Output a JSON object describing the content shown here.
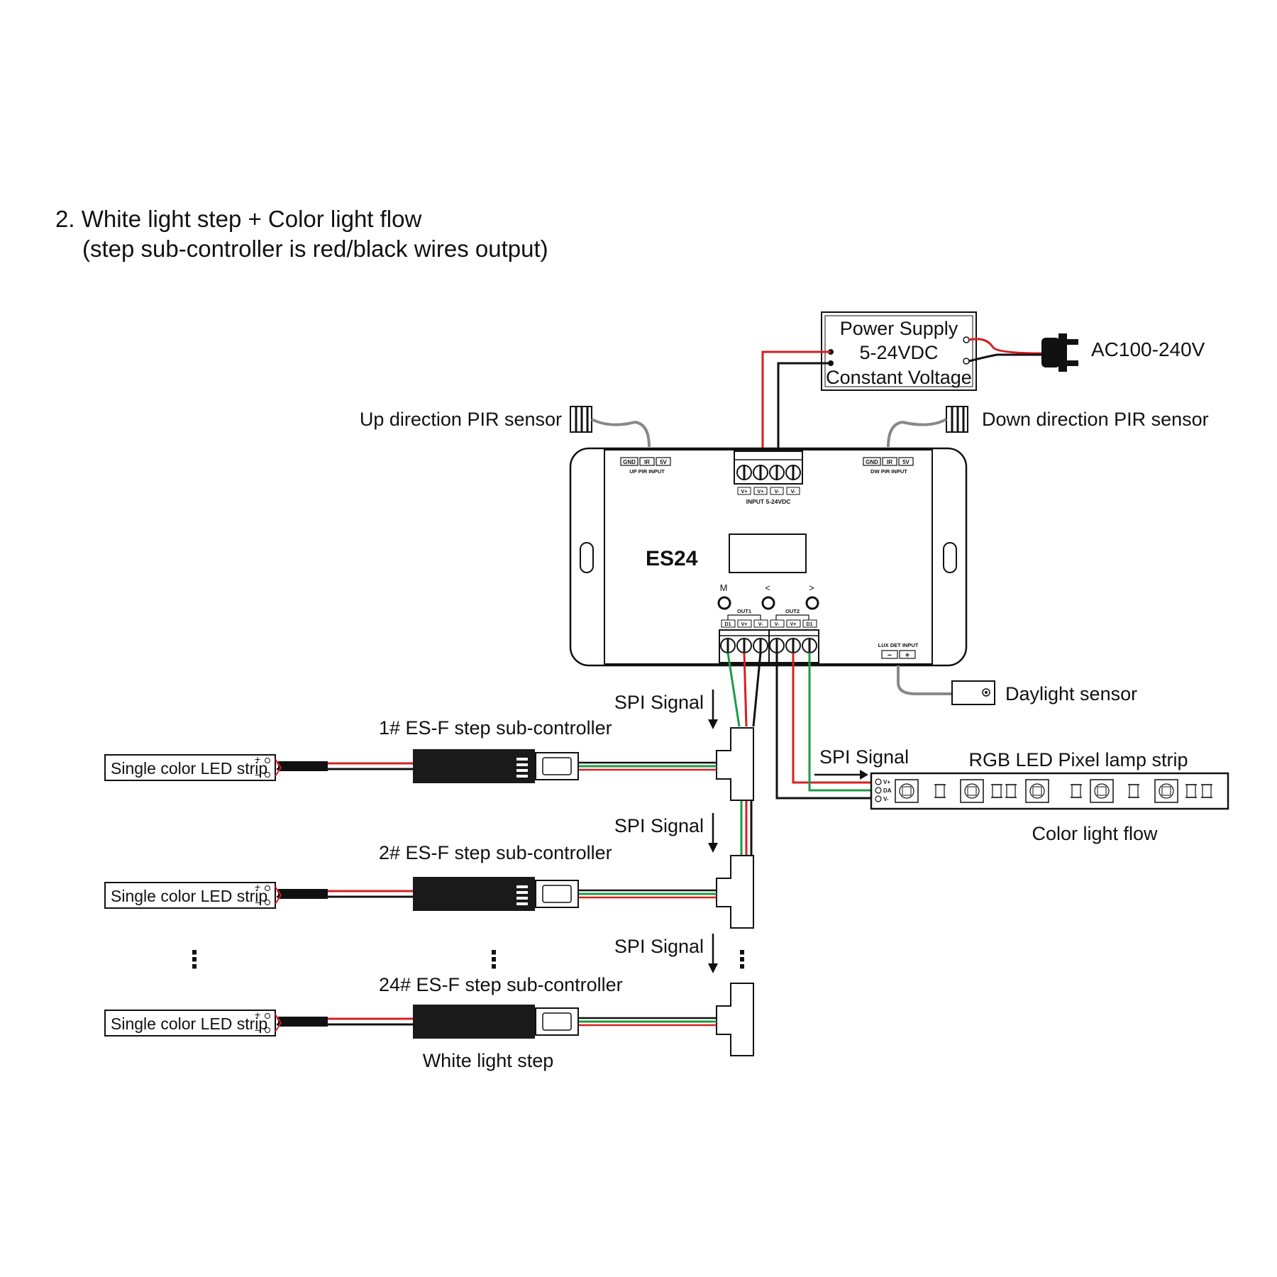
{
  "heading": {
    "line1": "2. White light step + Color light flow",
    "line2": "(step sub-controller is red/black wires output)"
  },
  "power_supply": {
    "line1": "Power Supply",
    "line2": "5-24VDC",
    "line3": "Constant Voltage",
    "ac_label": "AC100-240V"
  },
  "sensors": {
    "up_pir": "Up direction PIR sensor",
    "down_pir": "Down direction PIR sensor",
    "daylight": "Daylight sensor"
  },
  "controller": {
    "model": "ES24",
    "up_pir_terminals": [
      "GND",
      "IR",
      "5V"
    ],
    "up_pir_input_label": "UP PIR INPUT",
    "dw_pir_terminals": [
      "GND",
      "IR",
      "5V"
    ],
    "dw_pir_input_label": "DW PIR INPUT",
    "input_terminals": [
      "V+",
      "V+",
      "V-",
      "V-"
    ],
    "input_label": "INPUT 5-24VDC",
    "buttons": [
      "M",
      "<",
      ">"
    ],
    "out1_label": "OUT1",
    "out2_label": "OUT2",
    "output_terminals": [
      "D1",
      "V+",
      "V-",
      "V-",
      "V+",
      "D1"
    ],
    "lux_det_label": "LUX DET INPUT",
    "lux_terminals": [
      "−",
      "+"
    ]
  },
  "signals": {
    "spi_1": "SPI Signal",
    "spi_2": "SPI Signal",
    "spi_3": "SPI Signal",
    "spi_rgb": "SPI Signal"
  },
  "sub_controllers": [
    {
      "label": "1# ES-F step sub-controller",
      "strip_label": "Single color LED strip"
    },
    {
      "label": "2# ES-F step sub-controller",
      "strip_label": "Single color LED strip"
    },
    {
      "label": "24# ES-F step sub-controller",
      "strip_label": "Single color LED strip"
    }
  ],
  "strip_polarity": {
    "plus": "+",
    "minus": "−"
  },
  "ellipsis": "⋮",
  "rgb_strip": {
    "title": "RGB LED Pixel lamp strip",
    "pins": [
      "V+",
      "DA",
      "V-"
    ],
    "caption": "Color light flow"
  },
  "white_caption": "White light step",
  "colors": {
    "red_wire": "#d42020",
    "green_wire": "#1e9a45",
    "black_wire": "#111111",
    "wire_gray": "#777777"
  }
}
